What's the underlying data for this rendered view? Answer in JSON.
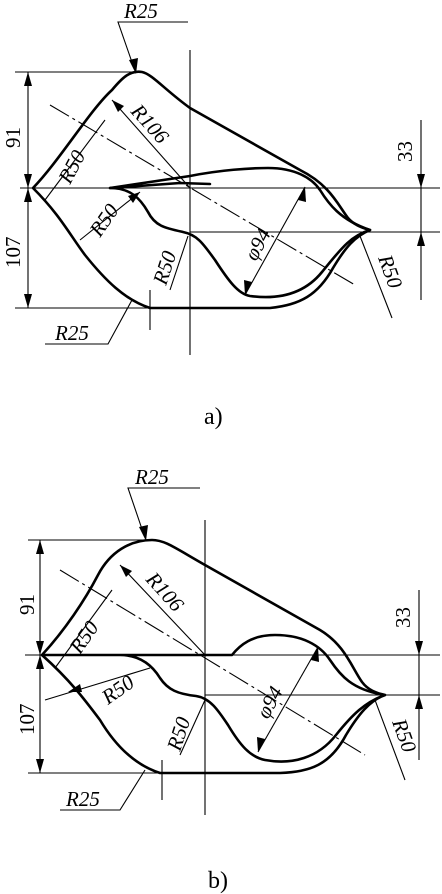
{
  "figure_a": {
    "caption": "a)",
    "labels": {
      "r25_top": "R25",
      "r106": "R106",
      "r50_left": "R50",
      "r50_mid": "R50",
      "r50_low": "R50",
      "phi94": "φ94",
      "r50_right": "R50",
      "r25_bottom": "R25",
      "dim_91": "91",
      "dim_107": "107",
      "dim_33": "33"
    }
  },
  "figure_b": {
    "caption": "b)",
    "labels": {
      "r25_top": "R25",
      "r106": "R106",
      "r50_left": "R50",
      "r50_mid": "R50",
      "r50_low": "R50",
      "phi94": "φ94",
      "r50_right": "R50",
      "r25_bottom": "R25",
      "dim_91": "91",
      "dim_107": "107",
      "dim_33": "33"
    }
  }
}
